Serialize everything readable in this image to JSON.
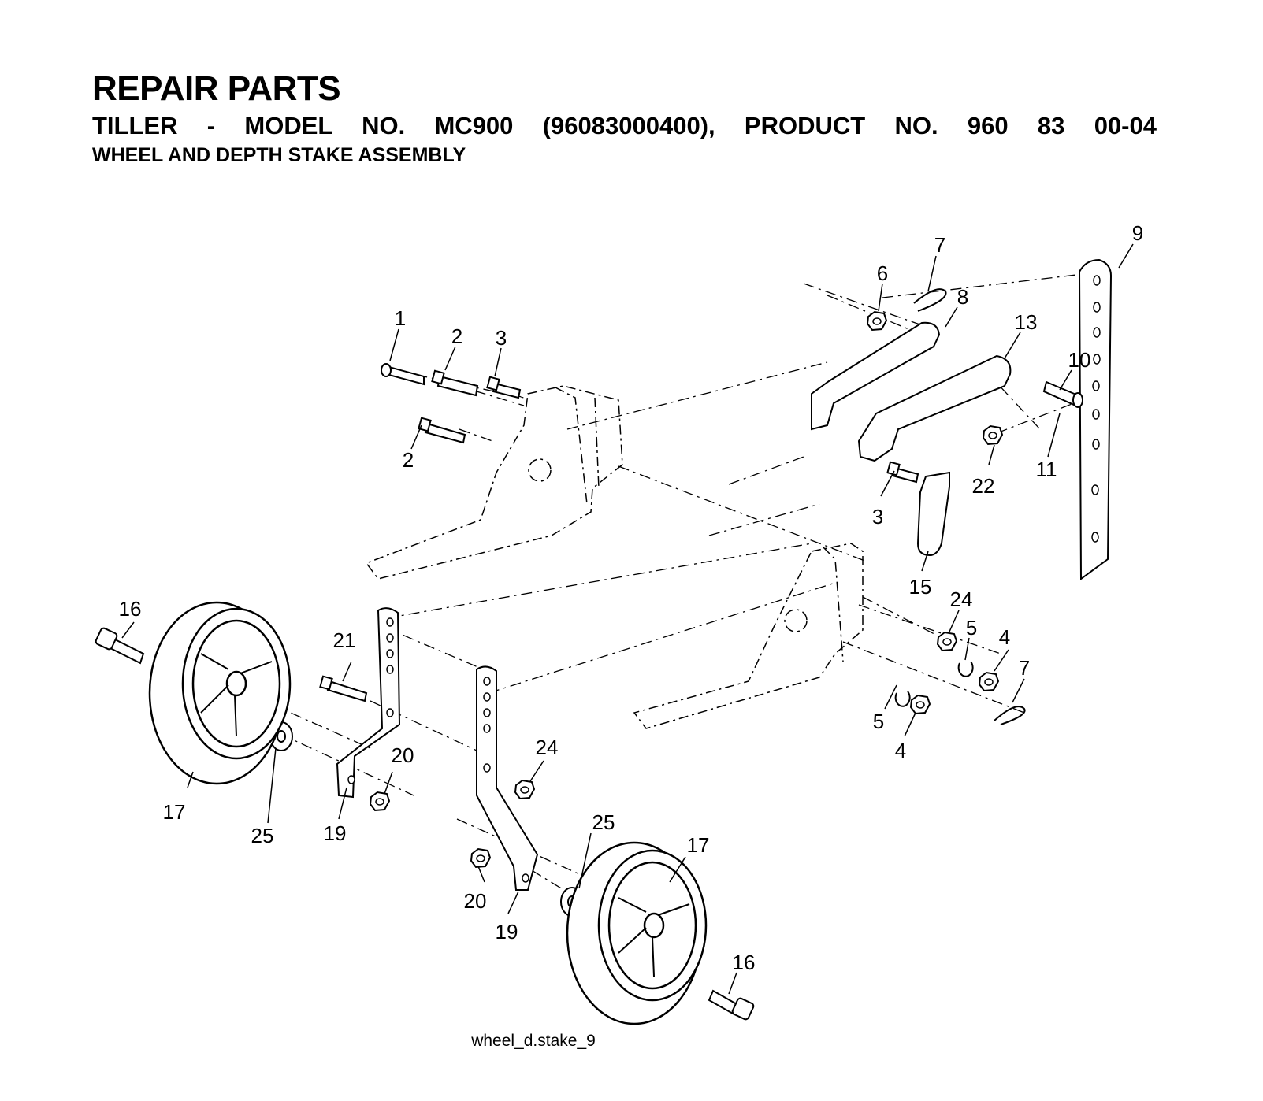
{
  "header": {
    "title": "REPAIR PARTS",
    "subtitle": "TILLER - MODEL NO. MC900 (96083000400), PRODUCT NO. 960 83 00-04",
    "section": "WHEEL AND DEPTH STAKE ASSEMBLY"
  },
  "callouts": [
    {
      "id": "c1",
      "text": "1"
    },
    {
      "id": "c2a",
      "text": "2"
    },
    {
      "id": "c3a",
      "text": "3"
    },
    {
      "id": "c2b",
      "text": "2"
    },
    {
      "id": "c6",
      "text": "6"
    },
    {
      "id": "c7a",
      "text": "7"
    },
    {
      "id": "c8",
      "text": "8"
    },
    {
      "id": "c13",
      "text": "13"
    },
    {
      "id": "c9",
      "text": "9"
    },
    {
      "id": "c10",
      "text": "10"
    },
    {
      "id": "c11",
      "text": "11"
    },
    {
      "id": "c22",
      "text": "22"
    },
    {
      "id": "c3b",
      "text": "3"
    },
    {
      "id": "c15",
      "text": "15"
    },
    {
      "id": "c24a",
      "text": "24"
    },
    {
      "id": "c5a",
      "text": "5"
    },
    {
      "id": "c4a",
      "text": "4"
    },
    {
      "id": "c7b",
      "text": "7"
    },
    {
      "id": "c5b",
      "text": "5"
    },
    {
      "id": "c4b",
      "text": "4"
    },
    {
      "id": "c16a",
      "text": "16"
    },
    {
      "id": "c21",
      "text": "21"
    },
    {
      "id": "c20a",
      "text": "20"
    },
    {
      "id": "c24b",
      "text": "24"
    },
    {
      "id": "c17a",
      "text": "17"
    },
    {
      "id": "c25a",
      "text": "25"
    },
    {
      "id": "c19a",
      "text": "19"
    },
    {
      "id": "c25b",
      "text": "25"
    },
    {
      "id": "c17b",
      "text": "17"
    },
    {
      "id": "c20b",
      "text": "20"
    },
    {
      "id": "c19b",
      "text": "19"
    },
    {
      "id": "c16b",
      "text": "16"
    }
  ],
  "caption": "wheel_d.stake_9"
}
